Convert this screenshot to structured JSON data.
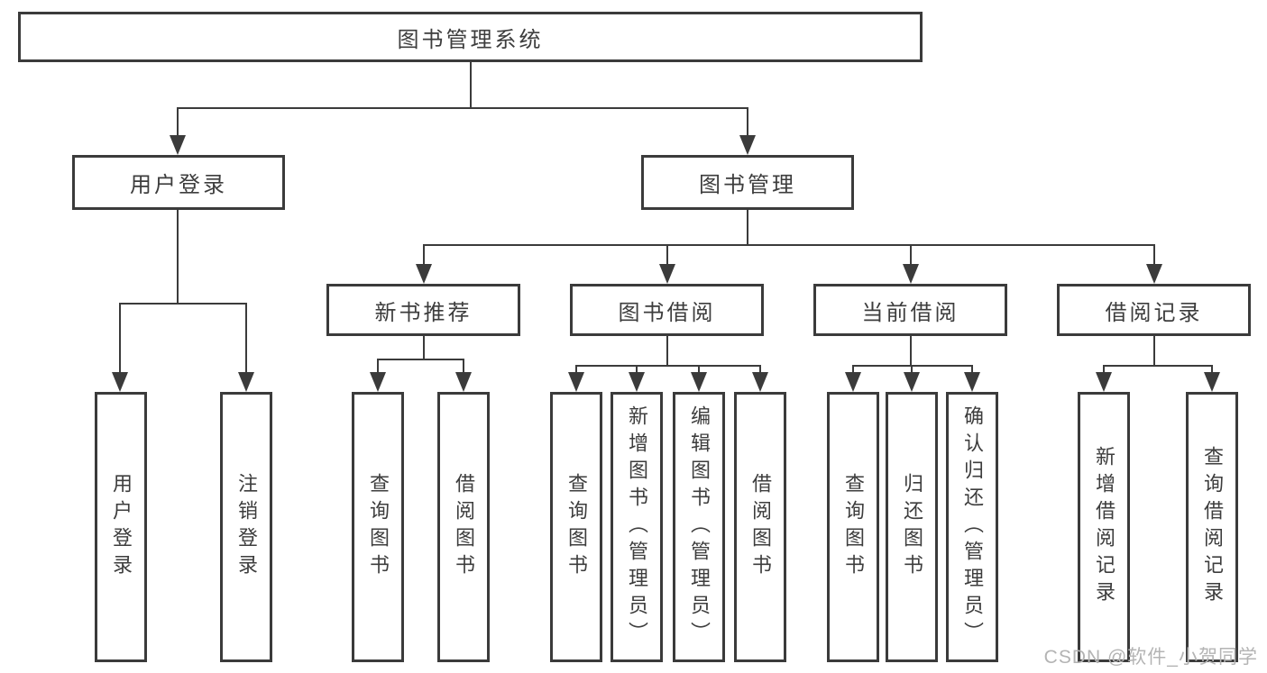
{
  "nodes": {
    "root": {
      "label": "图书管理系统"
    },
    "user_login": {
      "label": "用户登录"
    },
    "book_mgmt": {
      "label": "图书管理"
    },
    "new_book_rec": {
      "label": "新书推荐"
    },
    "book_borrow": {
      "label": "图书借阅"
    },
    "current_borrow": {
      "label": "当前借阅"
    },
    "borrow_records": {
      "label": "借阅记录"
    },
    "ul_login": {
      "label": "用户登录"
    },
    "ul_logout": {
      "label": "注销登录"
    },
    "nb_query": {
      "label": "查询图书"
    },
    "nb_borrow": {
      "label": "借阅图书"
    },
    "bb_query": {
      "label": "查询图书"
    },
    "bb_add": {
      "label": "新增图书（管理员）"
    },
    "bb_edit": {
      "label": "编辑图书（管理员）"
    },
    "bb_borrow": {
      "label": "借阅图书"
    },
    "cb_query": {
      "label": "查询图书"
    },
    "cb_return": {
      "label": "归还图书"
    },
    "cb_confirm": {
      "label": "确认归还（管理员）"
    },
    "br_add": {
      "label": "新增借阅记录"
    },
    "br_query": {
      "label": "查询借阅记录"
    }
  },
  "watermark": {
    "text": "CSDN @软件_小贺同学"
  },
  "colors": {
    "line": "#3b3b3b",
    "text": "#3d3d3d",
    "box_fill": "#ffffff",
    "watermark": "#b4b4b4"
  }
}
